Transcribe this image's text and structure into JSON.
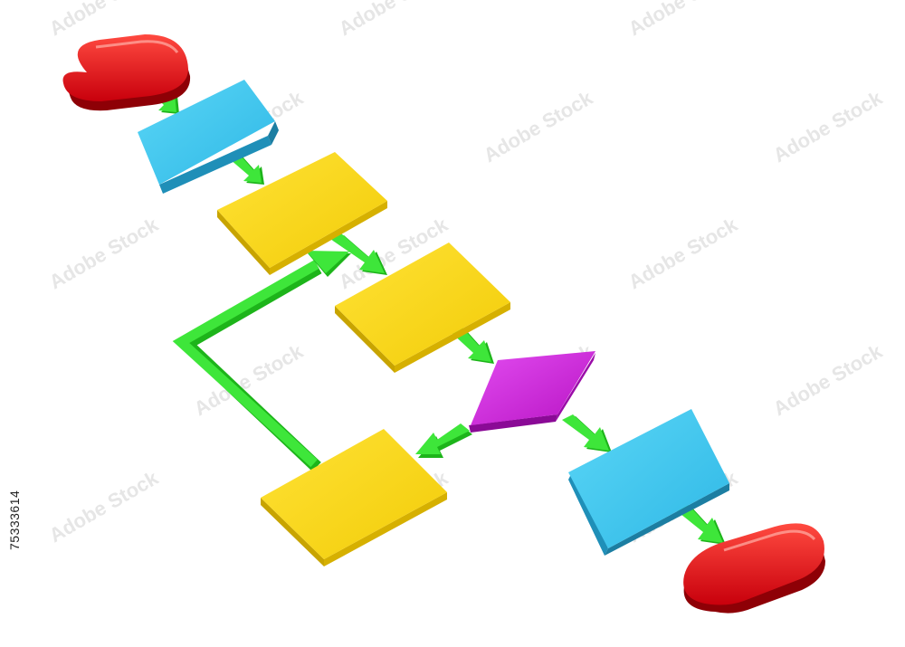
{
  "diagram": {
    "type": "flowchart-3d",
    "shapes": [
      {
        "id": "start",
        "kind": "terminator",
        "color": "red"
      },
      {
        "id": "input",
        "kind": "parallelogram",
        "color": "cyan"
      },
      {
        "id": "process1",
        "kind": "rectangle",
        "color": "yellow"
      },
      {
        "id": "process2",
        "kind": "rectangle",
        "color": "yellow"
      },
      {
        "id": "decision",
        "kind": "diamond",
        "color": "magenta"
      },
      {
        "id": "loop-process",
        "kind": "rectangle",
        "color": "yellow"
      },
      {
        "id": "output",
        "kind": "parallelogram",
        "color": "cyan"
      },
      {
        "id": "end",
        "kind": "terminator",
        "color": "red"
      }
    ],
    "connections": [
      {
        "from": "start",
        "to": "input"
      },
      {
        "from": "input",
        "to": "process1"
      },
      {
        "from": "process1",
        "to": "process2"
      },
      {
        "from": "process2",
        "to": "decision"
      },
      {
        "from": "decision",
        "to": "loop-process"
      },
      {
        "from": "decision",
        "to": "output"
      },
      {
        "from": "loop-process",
        "to": "process1"
      },
      {
        "from": "output",
        "to": "end"
      }
    ],
    "colors": {
      "red": "#e8101a",
      "cyan": "#3ec8ee",
      "yellow": "#f8d81a",
      "magenta": "#cc22d6",
      "arrow": "#33e030"
    }
  },
  "stock_id": "75333614",
  "watermark": "Adobe Stock"
}
